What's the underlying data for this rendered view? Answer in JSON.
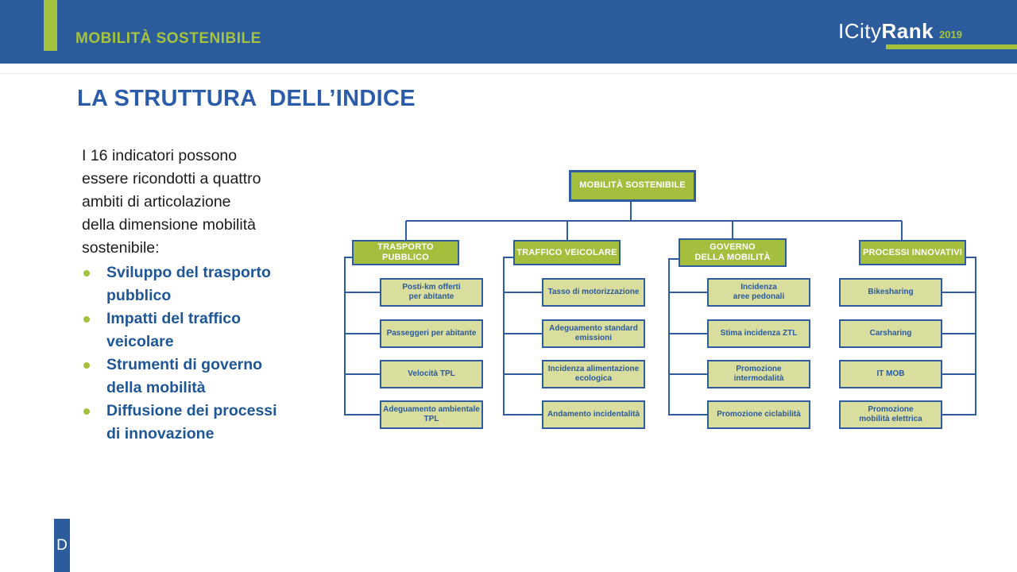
{
  "slide": {
    "header": {
      "section_label": "MOBILITÀ SOSTENIBILE",
      "logo": {
        "part1": "ICity",
        "part2": "Rank",
        "year": "2019"
      }
    },
    "title": "LA STRUTTURA  DELL’INDICE",
    "intro": "I 16 indicatori possono\nessere ricondotti a quattro\nambiti di articolazione\ndella dimensione mobilità\nsostenibile:",
    "bullets": [
      "Sviluppo del trasporto\npubblico",
      "Impatti del traffico\nveicolare",
      "Strumenti di governo\ndella mobilità",
      "Diffusione dei processi\ndi innovazione"
    ],
    "footer_letter": "D",
    "colors": {
      "header_blue": "#2d5c9c",
      "accent_green": "#a4c13c",
      "category_green": "#a4bf3e",
      "leaf_fill": "#d9dd9e",
      "line_blue": "#2e5c9e",
      "title_blue": "#2a5caa",
      "bullet_text_blue": "#1f5796"
    },
    "diagram": {
      "root": "MOBILITÀ SOSTENIBILE",
      "columns": [
        {
          "header": "TRASPORTO PUBBLICO",
          "children": [
            "Posti-km offerti\nper abitante",
            "Passeggeri per abitante",
            "Velocità TPL",
            "Adeguamento ambientale\nTPL"
          ]
        },
        {
          "header": "TRAFFICO VEICOLARE",
          "children": [
            "Tasso di motorizzazione",
            "Adeguamento standard\nemissioni",
            "Incidenza alimentazione\necologica",
            "Andamento incidentalità"
          ]
        },
        {
          "header": "GOVERNO\nDELLA MOBILITÀ",
          "children": [
            "Incidenza\naree pedonali",
            "Stima incidenza ZTL",
            "Promozione\nintermodalità",
            "Promozione ciclabilità"
          ]
        },
        {
          "header": "PROCESSI INNOVATIVI",
          "children": [
            "Bikesharing",
            "Carsharing",
            "IT MOB",
            "Promozione\nmobilità elettrica"
          ]
        }
      ]
    }
  }
}
